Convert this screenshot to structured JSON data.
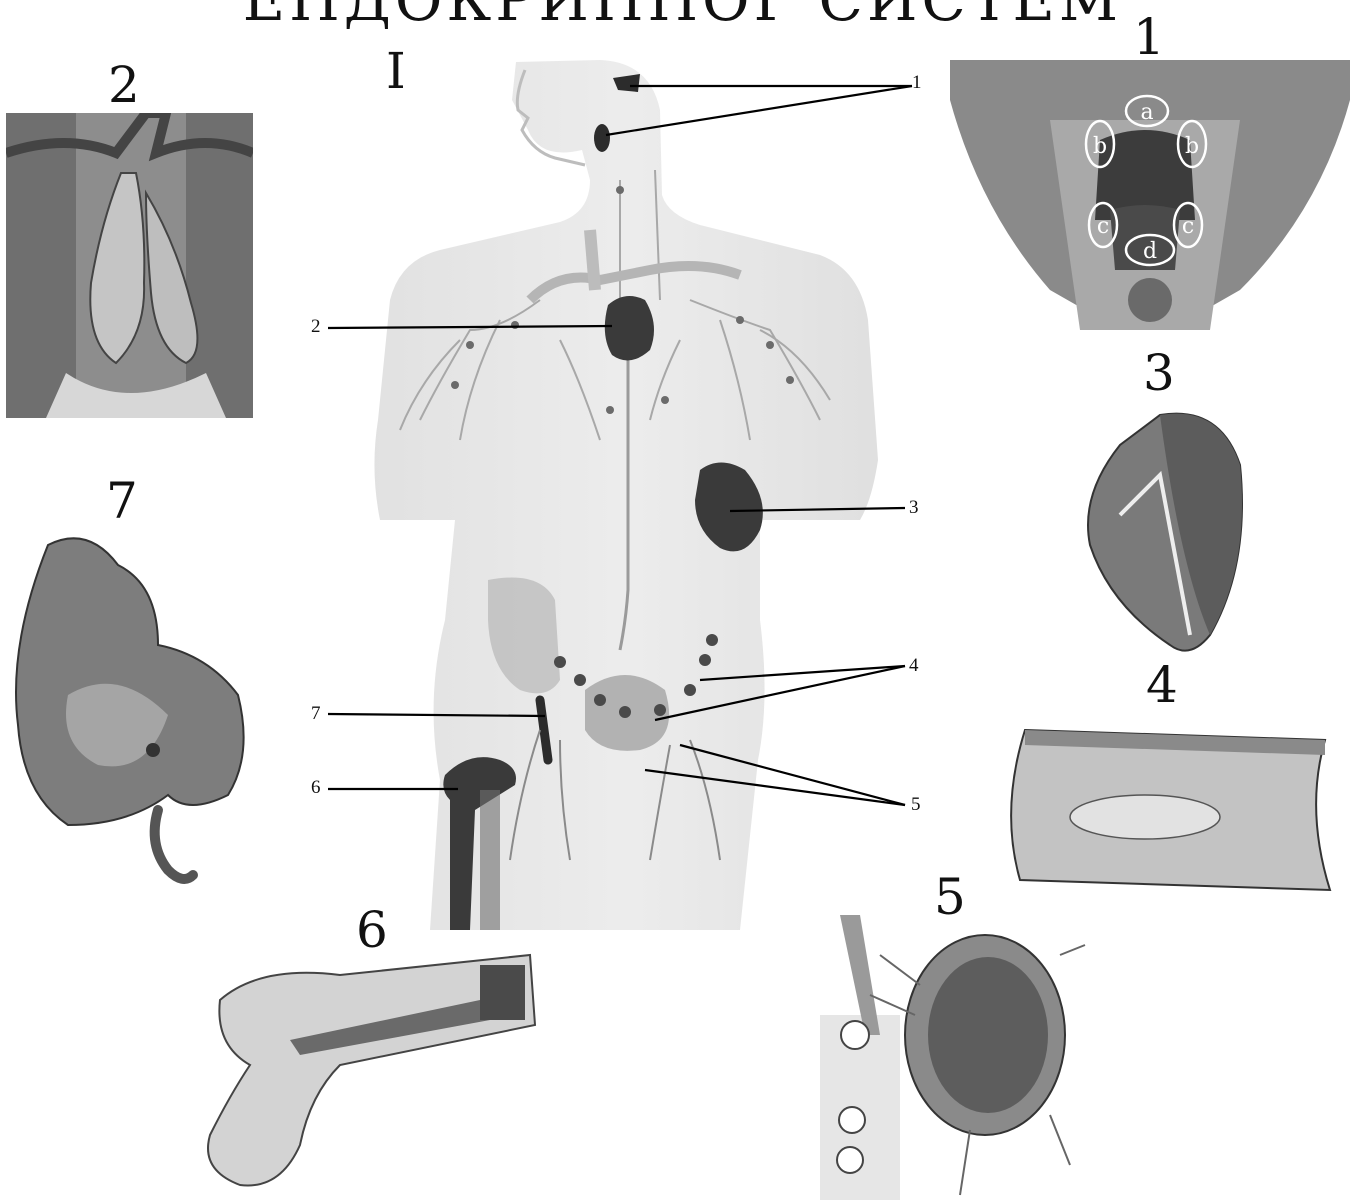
{
  "title": "ЕНДОКРИННОГ СИСТЕМ",
  "main_label": "I",
  "panel_labels": {
    "p1": "1",
    "p2": "2",
    "p3": "3",
    "p4": "4",
    "p5": "5",
    "p6": "6",
    "p7": "7"
  },
  "callouts": {
    "c1": "1",
    "c2": "2",
    "c3": "3",
    "c4": "4",
    "c5": "5",
    "c6": "6",
    "c7": "7"
  },
  "tonsil_markers": [
    "a",
    "b",
    "b",
    "c",
    "c",
    "d"
  ]
}
